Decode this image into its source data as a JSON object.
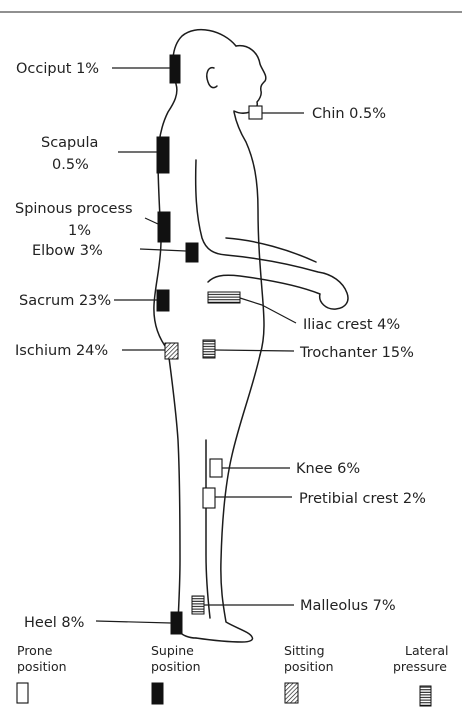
{
  "labels": {
    "occiput": "Occiput 1%",
    "chin": "Chin 0.5%",
    "scapula_line1": "Scapula",
    "scapula_line2": "0.5%",
    "spinous_line1": "Spinous process",
    "spinous_line2": "1%",
    "elbow": "Elbow 3%",
    "sacrum": "Sacrum 23%",
    "iliac": "Iliac crest 4%",
    "ischium": "Ischium 24%",
    "trochanter": "Trochanter 15%",
    "knee": "Knee 6%",
    "pretibial": "Pretibial crest 2%",
    "malleolus": "Malleolus 7%",
    "heel": "Heel 8%"
  },
  "legend": [
    {
      "line1": "Prone",
      "line2": "position",
      "style": "open"
    },
    {
      "line1": "Supine",
      "line2": "position",
      "style": "solid"
    },
    {
      "line1": "Sitting",
      "line2": "position",
      "style": "diagonal-hatch"
    },
    {
      "line1": "Lateral",
      "line2": "pressure",
      "style": "horizontal-hatch"
    }
  ],
  "colors": {
    "ink": "#111111",
    "background": "#ffffff"
  }
}
